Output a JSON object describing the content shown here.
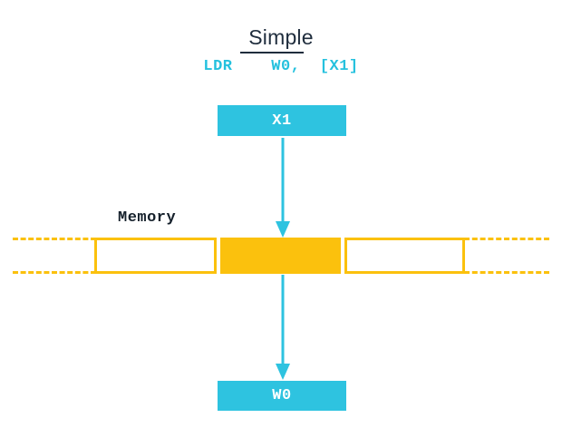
{
  "diagram": {
    "title": "Simple",
    "instruction": "LDR    W0,  [X1]",
    "memory_label": "Memory",
    "source_register": "X1",
    "destination_register": "W0",
    "colors": {
      "accent_cyan": "#2ec3e0",
      "memory_orange": "#fbc10d",
      "title_dark": "#1f2d3d",
      "background": "#ffffff"
    },
    "memory_cells": [
      {
        "name": "left-neighbour",
        "filled": false,
        "label": ""
      },
      {
        "name": "target-address",
        "filled": true,
        "label": ""
      },
      {
        "name": "right-neighbour",
        "filled": false,
        "label": ""
      }
    ],
    "arrows": [
      {
        "name": "address-to-memory",
        "direction": "down",
        "from": "X1",
        "to": "memory-cell"
      },
      {
        "name": "memory-to-register",
        "direction": "down",
        "from": "memory-cell",
        "to": "W0"
      }
    ]
  }
}
